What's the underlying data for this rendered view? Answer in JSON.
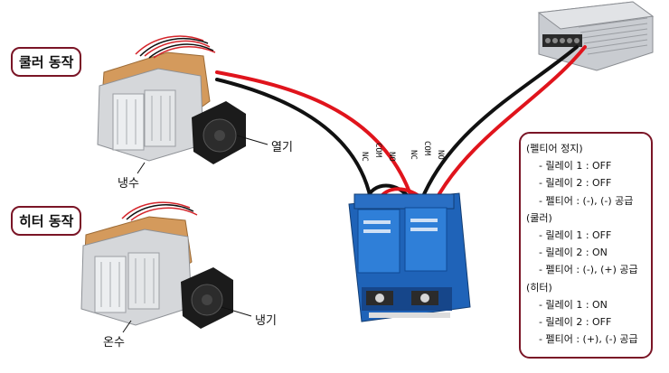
{
  "labels": {
    "cooler": "쿨러 동작",
    "heater": "히터 동작",
    "heat_release": "열기",
    "cold_water": "냉수",
    "warm_water": "온수",
    "cold_release": "냉기"
  },
  "pins": [
    "NC",
    "COM",
    "NO",
    "NC",
    "COM",
    "NO"
  ],
  "info": {
    "sections": [
      {
        "head": "(펠티어 정지)",
        "items": [
          "- 릴레이 1 : OFF",
          "- 릴레이 2 : OFF",
          "- 펠티어 : (-), (-) 공급"
        ]
      },
      {
        "head": "(쿨러)",
        "items": [
          "- 릴레이 1 : OFF",
          "- 릴레이 2 : ON",
          "- 펠티어 : (-), (+) 공급"
        ]
      },
      {
        "head": "(히터)",
        "items": [
          "- 릴레이 1 : ON",
          "- 릴레이 2 : OFF",
          "- 펠티어 : (+), (-) 공급"
        ]
      }
    ]
  },
  "colors": {
    "border": "#7a1526",
    "relay_board": "#1f63b8",
    "relay_block": "#2f7fd8",
    "wire_red": "#e0141c",
    "wire_black": "#111111"
  }
}
